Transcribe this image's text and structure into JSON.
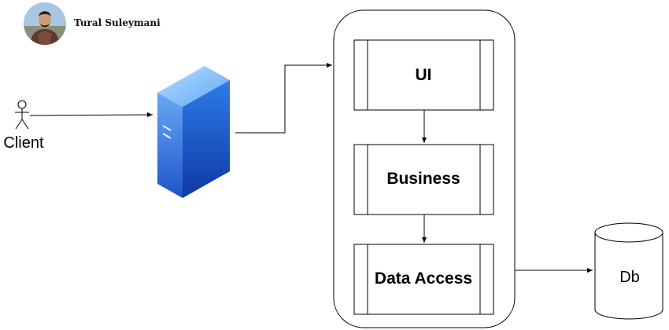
{
  "author": {
    "name": "Tural Suleymani",
    "avatar_icon": "author-avatar-photo"
  },
  "nodes": {
    "client": {
      "label": "Client",
      "icon": "actor-stick-figure-icon"
    },
    "server": {
      "icon": "server-tower-icon"
    },
    "ui_layer": {
      "label": "UI"
    },
    "business_layer": {
      "label": "Business"
    },
    "data_access_layer": {
      "label": "Data Access"
    },
    "database": {
      "label": "Db",
      "icon": "database-cylinder-icon"
    }
  },
  "edges": [
    {
      "from": "client",
      "to": "server"
    },
    {
      "from": "server",
      "to": "application"
    },
    {
      "from": "ui_layer",
      "to": "business_layer"
    },
    {
      "from": "business_layer",
      "to": "data_access_layer"
    },
    {
      "from": "data_access_layer",
      "to": "database"
    }
  ],
  "colors": {
    "server_light": "#7fc2ff",
    "server_front": "#3f7fe6",
    "server_side": "#2c5fcf",
    "server_dark": "#1a3fae",
    "line": "#000000"
  }
}
